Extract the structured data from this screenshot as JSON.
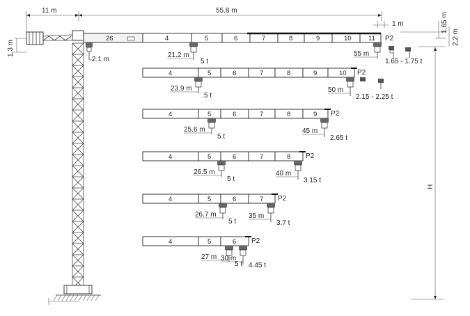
{
  "dimensions": {
    "counter_jib": "11 m",
    "max_radius": "55.8 m",
    "tip_offset": "1 m",
    "top_h1": "1,65 m",
    "top_h2": "2,2 m",
    "counter_h": "1,3 m",
    "height": "H"
  },
  "top": {
    "counterweight_segment": "26",
    "first_hook_dist": "2.1 m",
    "segments": [
      "4",
      "5",
      "6",
      "7",
      "8",
      "9",
      "10",
      "11"
    ],
    "tip_label": "P2",
    "near_radius": "21.2 m",
    "near_load": "5 t",
    "far_radius": "55 m",
    "far_load": "1.65 - 1.75 t"
  },
  "configs": [
    {
      "segments": [
        "4",
        "5",
        "6",
        "7",
        "8",
        "9",
        "10"
      ],
      "tip_label": "P2",
      "near_radius": "23.9 m",
      "near_load": "5 t",
      "far_radius": "50 m",
      "far_load": "2.15 - 2.25 t"
    },
    {
      "segments": [
        "4",
        "5",
        "6",
        "7",
        "8",
        "9"
      ],
      "tip_label": "P2",
      "near_radius": "25.6 m",
      "near_load": "5 t",
      "far_radius": "45 m",
      "far_load": "2.65 t"
    },
    {
      "segments": [
        "4",
        "5",
        "6",
        "7",
        "8"
      ],
      "tip_label": "P2",
      "near_radius": "26.5 m",
      "near_load": "5 t",
      "far_radius": "40 m",
      "far_load": "3.15 t"
    },
    {
      "segments": [
        "4",
        "5",
        "6",
        "7"
      ],
      "tip_label": "P2",
      "near_radius": "26.7 m",
      "near_load": "5 t",
      "far_radius": "35 m",
      "far_load": "3.7 t"
    },
    {
      "segments": [
        "4",
        "5",
        "6"
      ],
      "tip_label": "P2",
      "near_radius": "27 m",
      "near_load": "5 t",
      "far_radius": "30 m",
      "far_load": "4.45 t"
    }
  ]
}
